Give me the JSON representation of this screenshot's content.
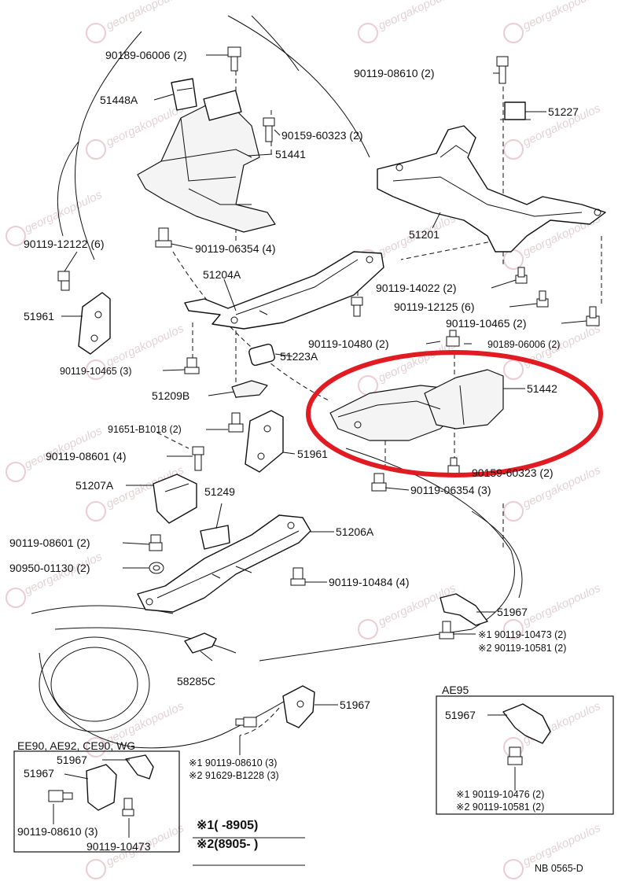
{
  "labels": {
    "l_90189_06006_a": "90189-06006 (2)",
    "l_51448a": "51448A",
    "l_90159_60323_a": "90159-60323 (2)",
    "l_51441": "51441",
    "l_90119_12122": "90119-12122 (6)",
    "l_90119_06354_a": "90119-06354 (4)",
    "l_51204a": "51204A",
    "l_51961_a": "51961",
    "l_90119_10465_a": "90119-10465 (3)",
    "l_51209b": "51209B",
    "l_91651_b1018": "91651-B1018 (2)",
    "l_90119_08601_a": "90119-08601 (4)",
    "l_51961_b": "51961",
    "l_51207a": "51207A",
    "l_51249": "51249",
    "l_90119_08601_b": "90119-08601 (2)",
    "l_90950_01130": "90950-01130 (2)",
    "l_58285c": "58285C",
    "l_90119_08610_a": "90119-08610 (2)",
    "l_51227": "51227",
    "l_51201": "51201",
    "l_90119_14022": "90119-14022 (2)",
    "l_90119_12125": "90119-12125 (6)",
    "l_90119_10465_b": "90119-10465 (2)",
    "l_90119_10480": "90119-10480 (2)",
    "l_90189_06006_b": "90189-06006 (2)",
    "l_51223a": "51223A",
    "l_51442": "51442",
    "l_90159_60323_b": "90159-60323 (2)",
    "l_90119_06354_b": "90119-06354 (3)",
    "l_51206a": "51206A",
    "l_90119_10484": "90119-10484 (4)",
    "l_51967_a": "51967",
    "l_90119_10473_a": "※1 90119-10473 (2)",
    "l_90119_10581_a": "※2 90119-10581 (2)",
    "l_51967_b": "51967",
    "l_90119_08610_b": "※1 90119-08610 (3)",
    "l_91629_b1228": "※2 91629-B1228 (3)",
    "l_ae95": "AE95",
    "l_51967_c": "51967",
    "l_90119_10476": "※1 90119-10476 (2)",
    "l_90119_10581_b": "※2 90119-10581 (2)",
    "l_ee90": "EE90, AE92, CE90, WG",
    "l_51967_d": "51967",
    "l_51967_e": "51967",
    "l_90119_08610_c": "90119-08610 (3)",
    "l_90119_10473_b": "90119-10473",
    "note1": "※1(      -8905)",
    "note2": "※2(8905-        )",
    "code": "NB 0565-D"
  },
  "watermark": "georgakopoulos",
  "colors": {
    "highlight": "#e11b22",
    "watermark": "#d9c3c8"
  }
}
